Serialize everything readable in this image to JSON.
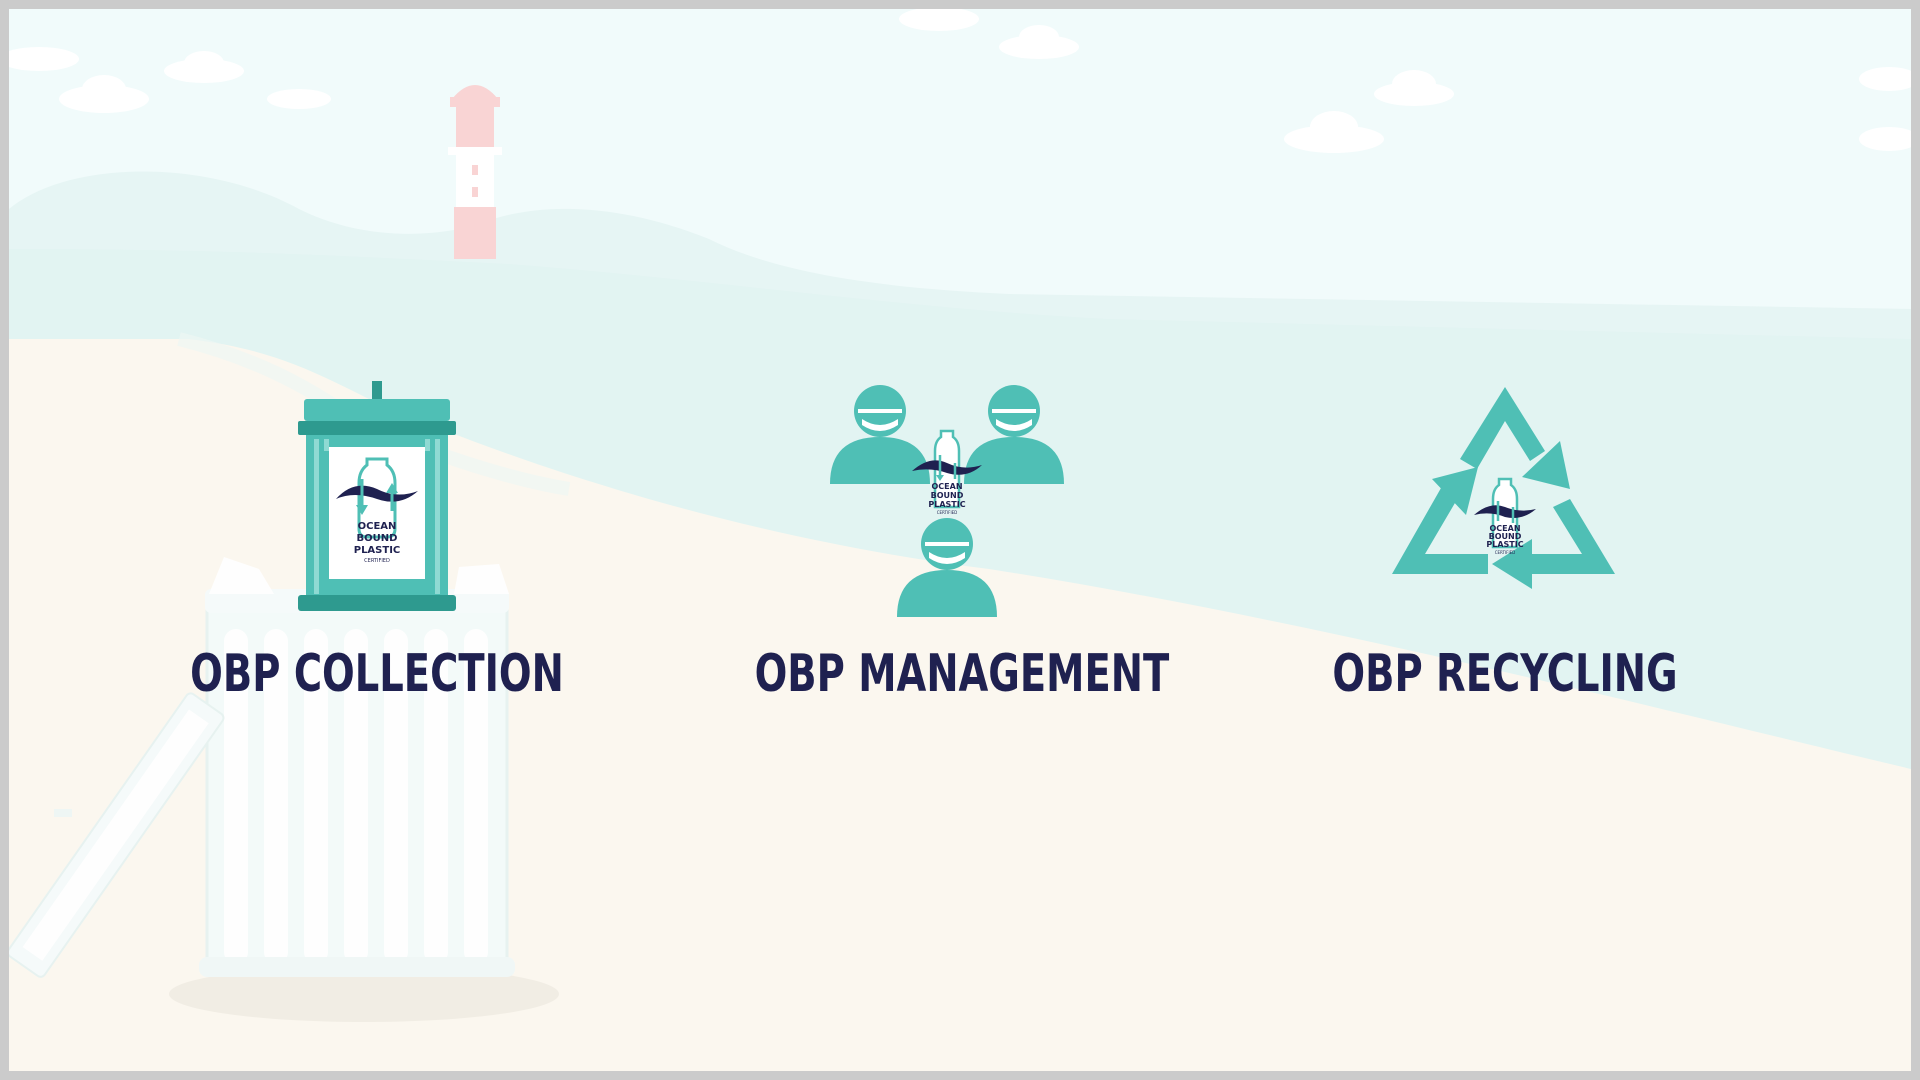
{
  "colors": {
    "brand_teal": "#4fbfb5",
    "brand_teal_dark": "#2e9a8f",
    "navy": "#1f2150",
    "sand": "#fbf7ef",
    "sky": "#f1fbfb",
    "sea": "#e2f4f2"
  },
  "logo": {
    "line1": "OCEAN",
    "line2": "BOUND",
    "line3": "PLASTIC",
    "line4": "CERTIFIED"
  },
  "features": [
    {
      "icon": "trash-bin-icon",
      "label": "OBP COLLECTION"
    },
    {
      "icon": "workers-group-icon",
      "label": "OBP MANAGEMENT"
    },
    {
      "icon": "recycle-icon",
      "label": "OBP RECYCLING"
    }
  ]
}
